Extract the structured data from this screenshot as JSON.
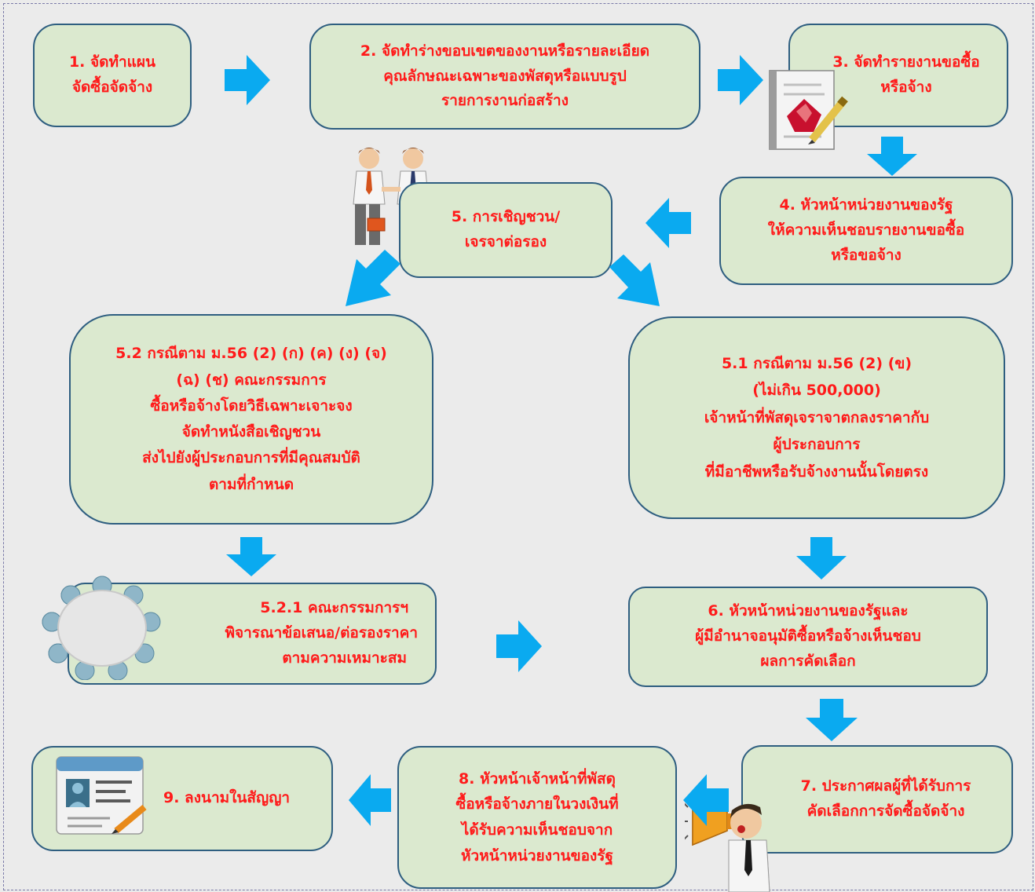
{
  "colors": {
    "box_fill": "#dbe9cf",
    "box_border": "#2e5e80",
    "text": "#ff1a1a",
    "arrow": "#0aaaf0",
    "background": "#ebebeb"
  },
  "steps": {
    "s1": [
      "1. จัดทำแผน",
      "จัดซื้อจัดจ้าง"
    ],
    "s2": [
      "2. จัดทำร่างขอบเขตของงานหรือรายละเอียด",
      "คุณลักษณะเฉพาะของพัสดุหรือแบบรูป",
      "รายการงานก่อสร้าง"
    ],
    "s3": [
      "3. จัดทำรายงานขอซื้อ",
      "หรือจ้าง"
    ],
    "s4": [
      "4. หัวหน้าหน่วยงานของรัฐ",
      "ให้ความเห็นชอบรายงานขอซื้อ",
      "หรือขอจ้าง"
    ],
    "s5": [
      "5. การเชิญชวน/",
      "เจรจาต่อรอง"
    ],
    "s5_2": [
      "5.2 กรณีตาม ม.56 (2) (ก) (ค) (ง) (จ)",
      "(ฉ) (ช) คณะกรรมการ",
      "ซื้อหรือจ้างโดยวิธีเฉพาะเจาะจง",
      "จัดทำหนังสือเชิญชวน",
      "ส่งไปยังผู้ประกอบการที่มีคุณสมบัติ",
      "ตามที่กำหนด"
    ],
    "s5_1": [
      "5.1 กรณีตาม ม.56 (2) (ข)",
      "(ไม่เกิน 500,000)",
      "เจ้าหน้าที่พัสดุเจราจาตกลงราคากับ",
      "ผู้ประกอบการ",
      "ที่มีอาชีพหรือรับจ้างงานนั้นโดยตรง"
    ],
    "s5_2_1": [
      "5.2.1 คณะกรรมการฯ",
      "พิจารณาข้อเสนอ/ต่อรองราคา",
      "ตามความเหมาะสม"
    ],
    "s6": [
      "6. หัวหน้าหน่วยงานของรัฐและ",
      "ผู้มีอำนาจอนุมัติซื้อหรือจ้างเห็นชอบ",
      "ผลการคัดเลือก"
    ],
    "s7": [
      "7. ประกาศผลผู้ที่ได้รับการ",
      "คัดเลือกการจัดซื้อจัดจ้าง"
    ],
    "s8": [
      "8. หัวหน้าเจ้าหน้าที่พัสดุ",
      "ซื้อหรือจ้างภายในวงเงินที่",
      "ได้รับความเห็นชอบจาก",
      "หัวหน้าหน่วยงานของรัฐ"
    ],
    "s9": [
      "9. ลงนามในสัญญา"
    ]
  }
}
